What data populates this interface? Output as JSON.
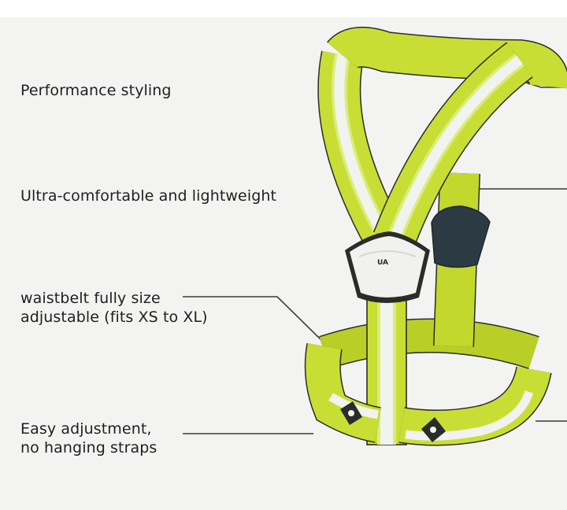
{
  "features": [
    {
      "id": "performance",
      "lines": [
        "Performance styling"
      ]
    },
    {
      "id": "comfort",
      "lines": [
        "Ultra-comfortable and lightweight"
      ]
    },
    {
      "id": "waist",
      "lines": [
        "waistbelt fully size",
        "adjustable (fits XS to XL)"
      ]
    },
    {
      "id": "adjustment",
      "lines": [
        "Easy adjustment,",
        "no hanging straps"
      ]
    }
  ],
  "product": {
    "logo_mark": "UA",
    "colors": {
      "strap": "#c9de34",
      "strap_edge": "#a9bf1a",
      "reflective": "#f1f3ee",
      "panel_dark": "#2c3a44",
      "outline": "#2a2c2a",
      "callout_line": "#3a3b3a",
      "background": "#f3f3f1"
    }
  }
}
